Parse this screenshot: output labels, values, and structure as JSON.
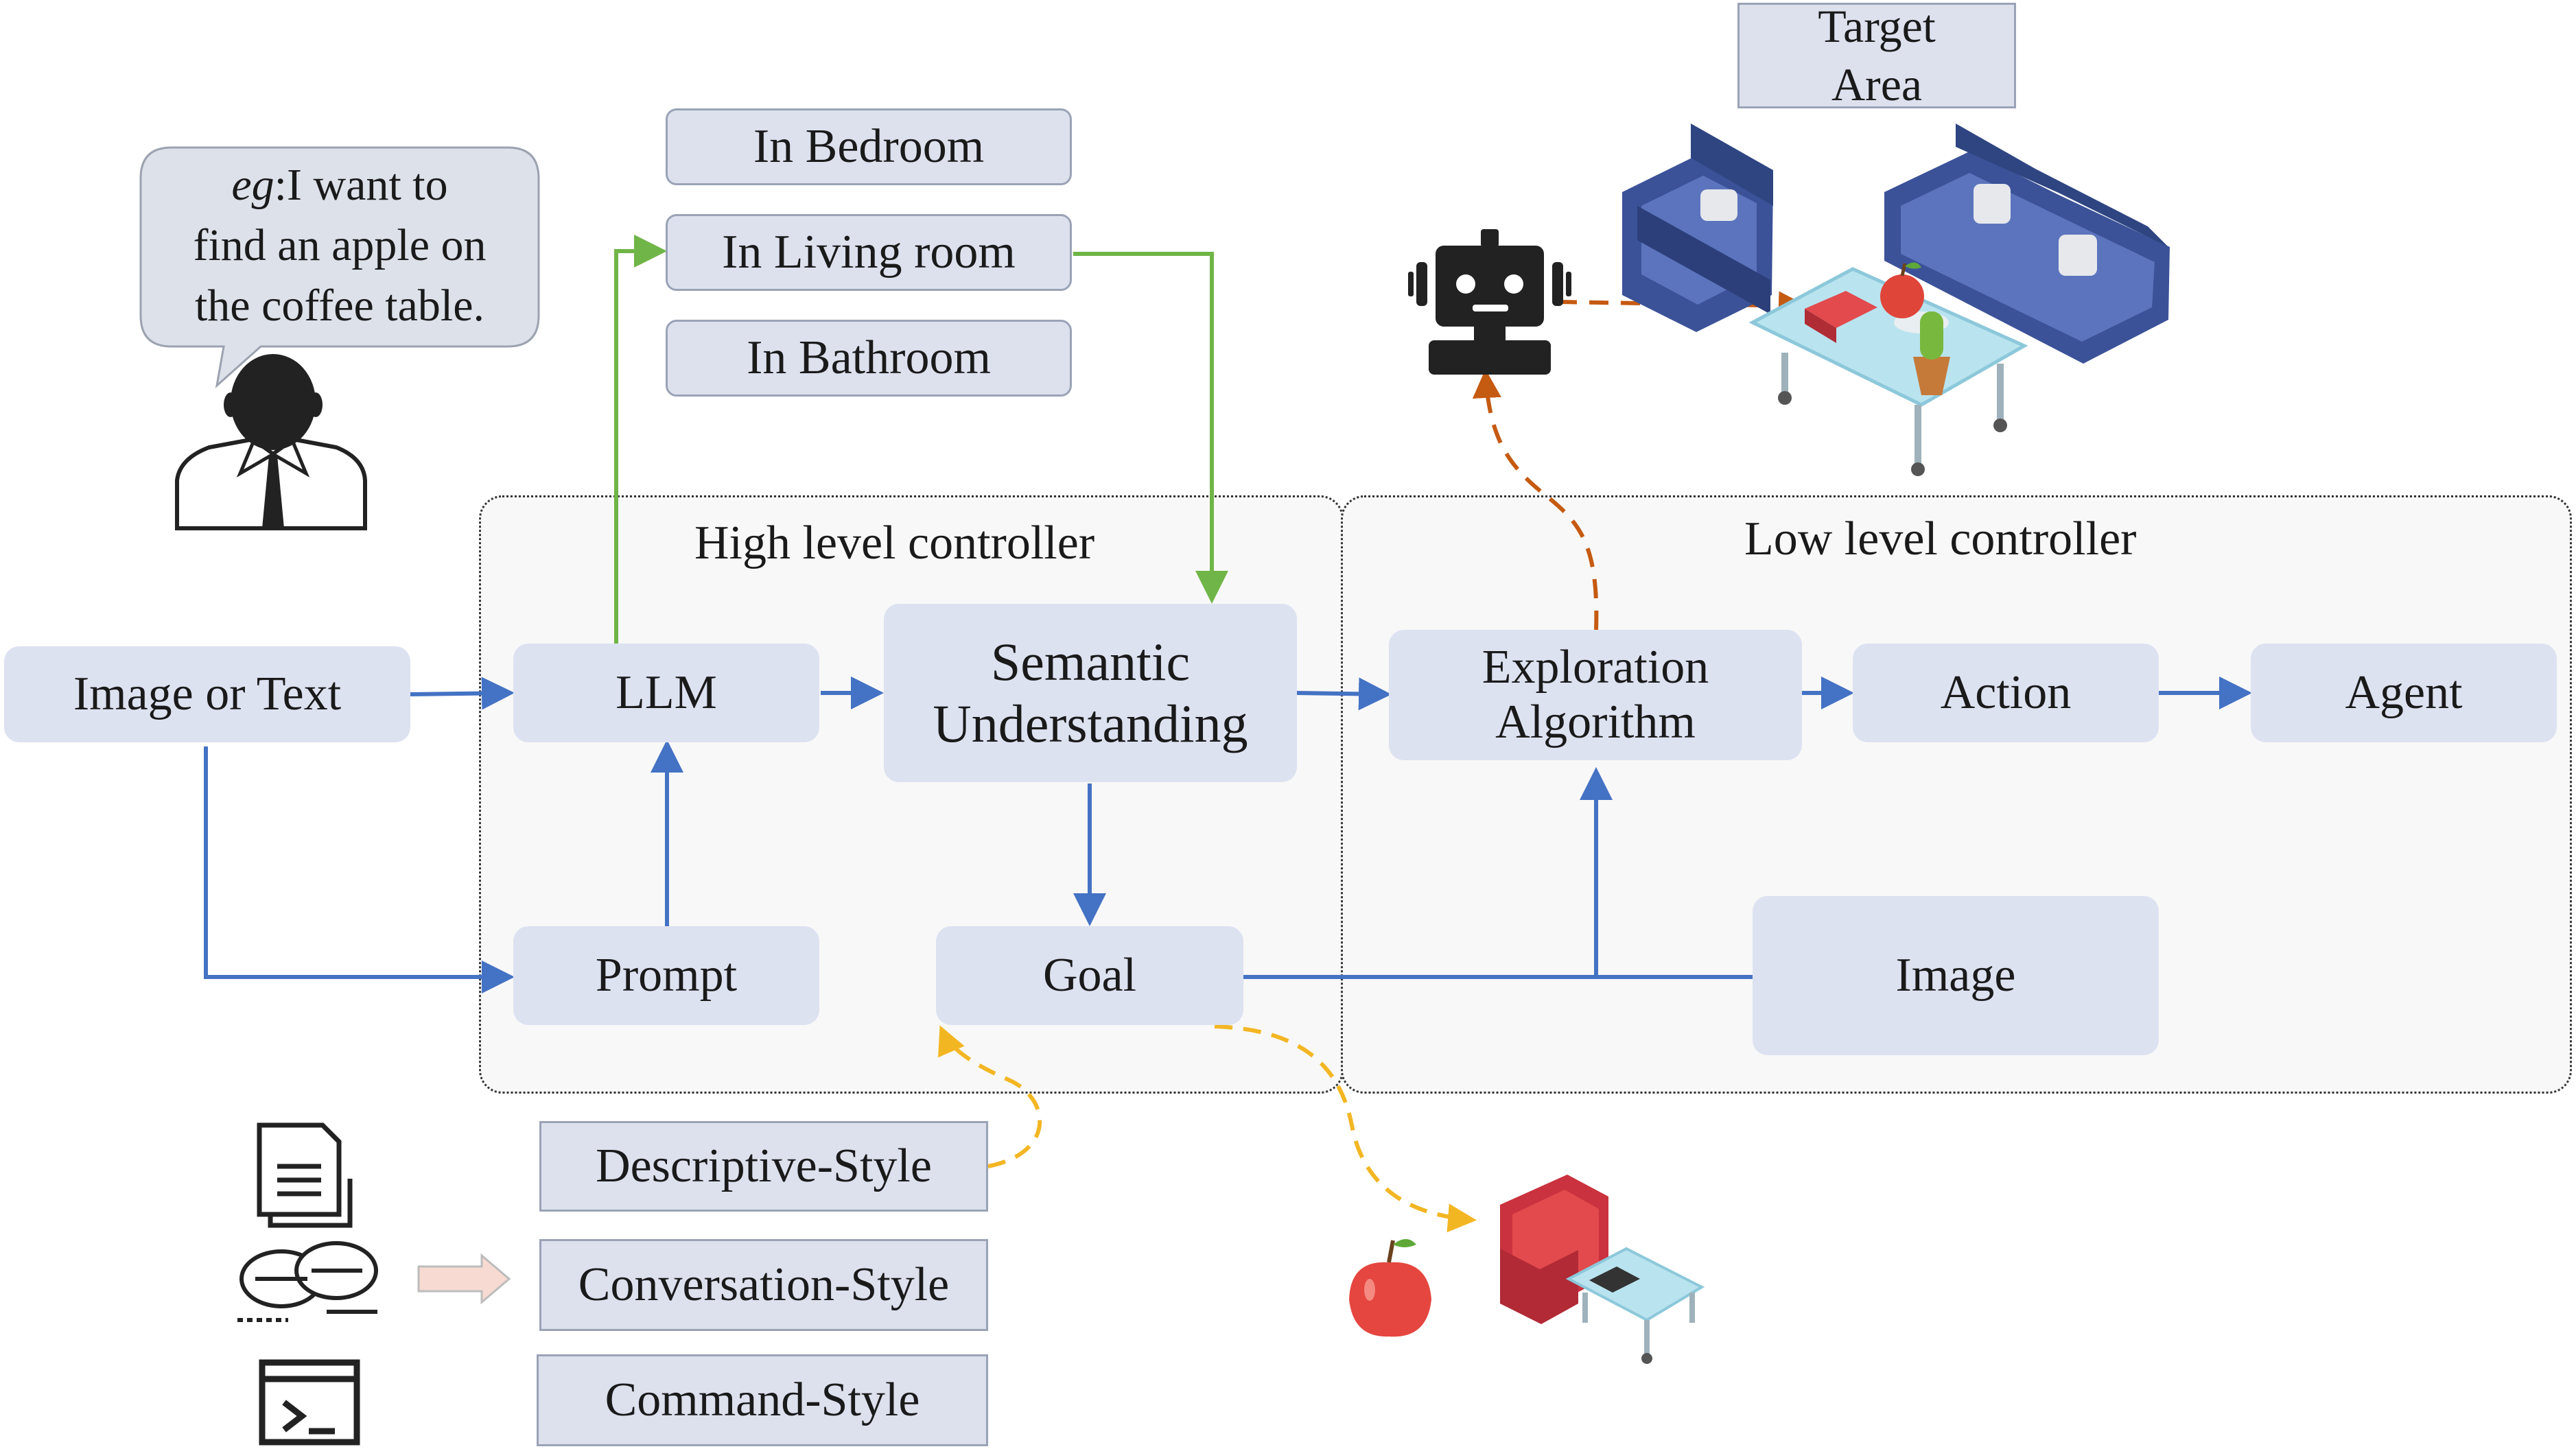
{
  "speech_bubble": {
    "prefix": "eg",
    "line1": ":I want to",
    "line2": "find an apple on",
    "line3": "the coffee table."
  },
  "room_options": [
    "In Bedroom",
    "In Living room",
    "In Bathroom"
  ],
  "target_area": "Target\nArea",
  "high_level_controller": {
    "title": "High level controller",
    "llm": "LLM",
    "semantic": "Semantic\nUnderstanding",
    "prompt": "Prompt",
    "goal": "Goal"
  },
  "low_level_controller": {
    "title": "Low level controller",
    "exploration": "Exploration\nAlgorithm",
    "action": "Action",
    "agent": "Agent",
    "image": "Image"
  },
  "input": "Image or Text",
  "prompt_styles": [
    "Descriptive-Style",
    "Conversation-Style",
    "Command-Style"
  ],
  "icons": [
    "user-icon",
    "robot-icon",
    "sofa-living-room-icon",
    "document-icon",
    "chat-icon",
    "terminal-icon",
    "right-arrow-icon",
    "apple-icon",
    "armchair-icon"
  ],
  "colors": {
    "node": "#dde2f1",
    "blue_arrow": "#4472c4",
    "green_arrow": "#70b547",
    "orange_dashed": "#c55a11",
    "yellow_dashed": "#f3b623"
  }
}
